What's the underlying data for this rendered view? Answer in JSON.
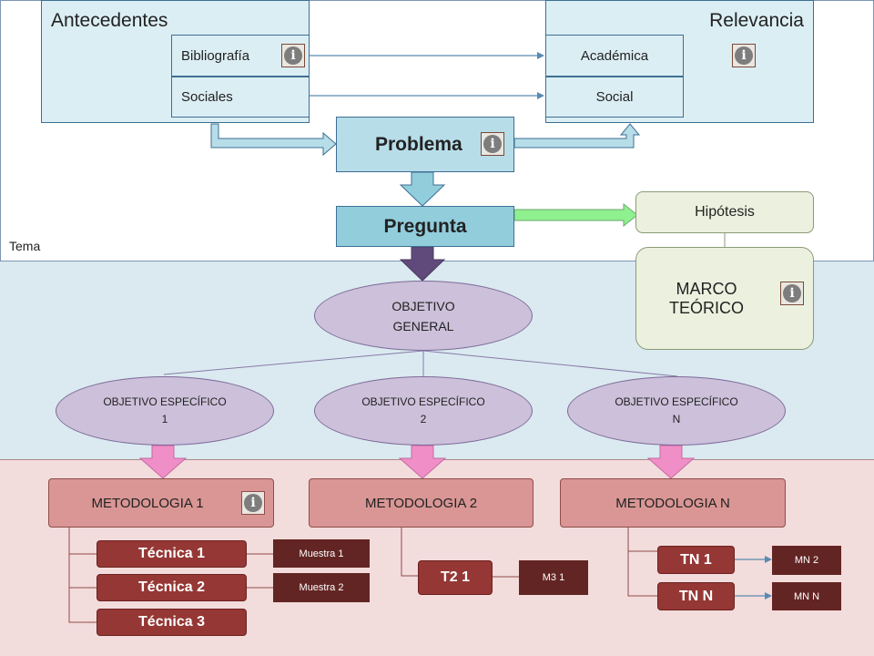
{
  "tema_label": "Tema",
  "antecedentes": {
    "title": "Antecedentes",
    "items": [
      "Bibliografía",
      "Sociales"
    ]
  },
  "relevancia": {
    "title": "Relevancia",
    "items": [
      "Académica",
      "Social"
    ]
  },
  "problema": "Problema",
  "pregunta": "Pregunta",
  "hipotesis": "Hipótesis",
  "marco_teorico": {
    "line1": "MARCO",
    "line2": "TEÓRICO"
  },
  "objetivo_general": {
    "line1": "OBJETIVO",
    "line2": "GENERAL"
  },
  "objetivos_especificos": [
    {
      "line1": "OBJETIVO ESPECÍFICO",
      "line2": "1"
    },
    {
      "line1": "OBJETIVO ESPECÍFICO",
      "line2": "2"
    },
    {
      "line1": "OBJETIVO ESPECÍFICO",
      "line2": "N"
    }
  ],
  "metodologias": [
    "METODOLOGIA  1",
    "METODOLOGIA  2",
    "METODOLOGIA  N"
  ],
  "tecnicas_1": [
    "Técnica  1",
    "Técnica  2",
    "Técnica  3"
  ],
  "muestras_1": [
    "Muestra  1",
    "Muestra  2"
  ],
  "tecnica_2": "T2  1",
  "muestra_2": "M3  1",
  "tecnicas_n": [
    "TN  1",
    "TN  N"
  ],
  "muestras_n": [
    "MN  2",
    "MN  N"
  ],
  "info_icon": "i",
  "colors": {
    "blue_light": "#dbeef4",
    "blue_mid": "#b7dde8",
    "blue_dark": "#92cddc",
    "green": "#ebf1de",
    "purple": "#ccc0da",
    "salmon": "#d99694",
    "red_dark": "#953735",
    "maroon": "#632523",
    "arrow_pink": "#f08ec8",
    "arrow_purple": "#604a7b",
    "arrow_green": "#8ef08e"
  }
}
